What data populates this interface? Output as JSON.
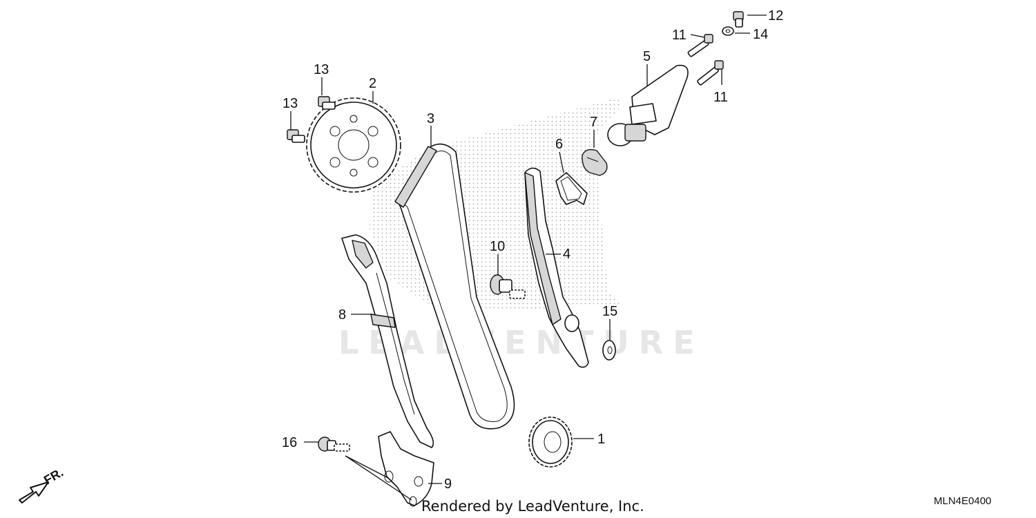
{
  "diagram_code": "MLN4E0400",
  "watermark_text": "LEADVENTURE",
  "footer_text": "Rendered by LeadVenture, Inc.",
  "direction_label": "FR.",
  "callouts": {
    "p1": "1",
    "p2": "2",
    "p3": "3",
    "p4": "4",
    "p5": "5",
    "p6": "6",
    "p7": "7",
    "p8": "8",
    "p9": "9",
    "p10": "10",
    "p11a": "11",
    "p11b": "11",
    "p12": "12",
    "p13a": "13",
    "p13b": "13",
    "p14": "14",
    "p15": "15",
    "p16": "16"
  },
  "colors": {
    "ink": "#111111",
    "watermark": "#e6e6e6",
    "shade": "#d6d6d6"
  }
}
